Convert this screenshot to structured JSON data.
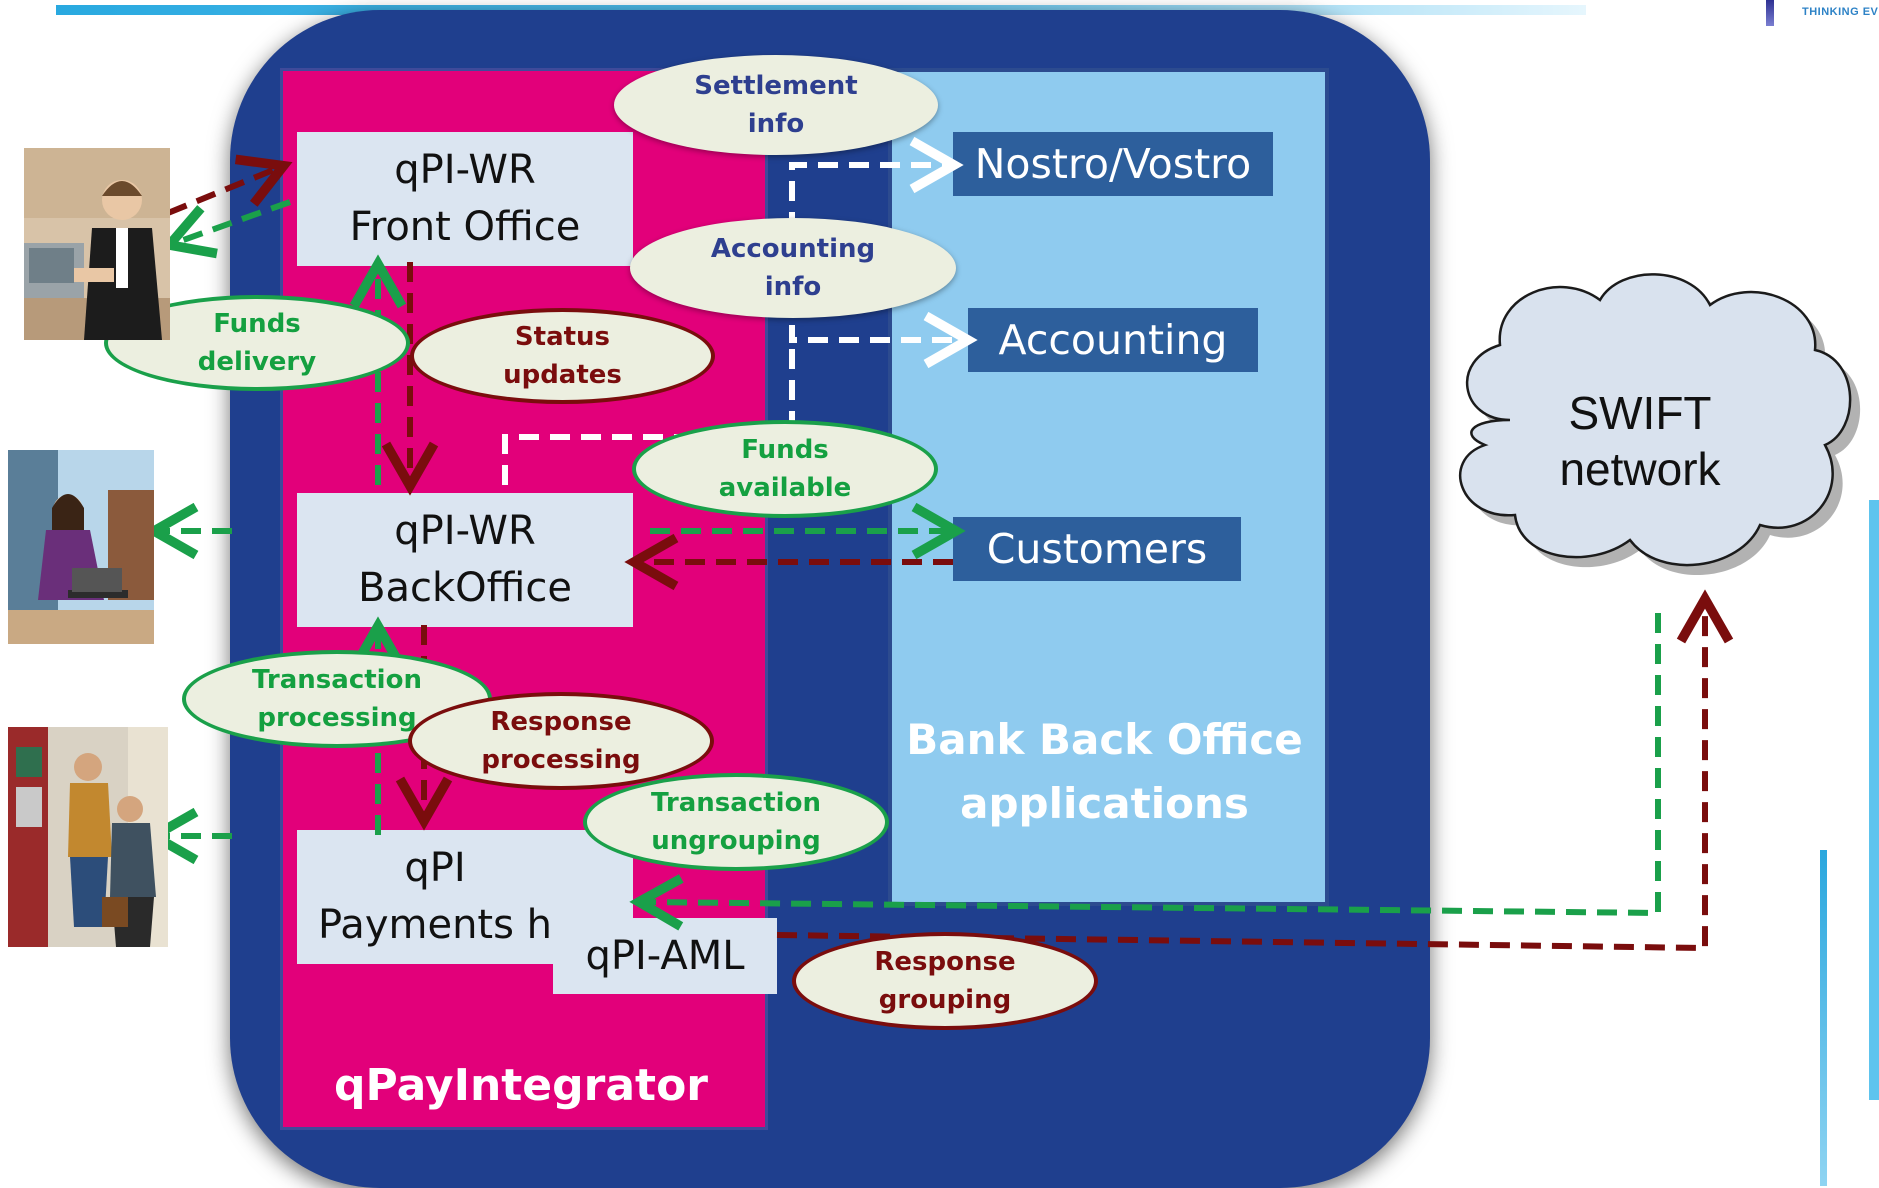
{
  "header": {
    "tagline": "THINKING EV"
  },
  "qpayintegrator": {
    "title": "qPayIntegrator",
    "modules": {
      "front_office": [
        "qPI-WR",
        "Front Office"
      ],
      "back_office": [
        "qPI-WR",
        "BackOffice"
      ],
      "payments_hub": [
        "qPI",
        "Payments h"
      ],
      "aml": "qPI-AML"
    }
  },
  "bank_back_office": {
    "title": [
      "Bank Back Office",
      "applications"
    ],
    "apps": [
      "Nostro/Vostro",
      "Accounting",
      "Customers"
    ]
  },
  "swift": {
    "label": [
      "SWIFT",
      "network"
    ]
  },
  "flows": {
    "settlement_info": [
      "Settlement",
      "info"
    ],
    "accounting_info": [
      "Accounting",
      "info"
    ],
    "funds_delivery": [
      "Funds",
      "delivery"
    ],
    "status_updates": [
      "Status",
      "updates"
    ],
    "funds_available": [
      "Funds",
      "available"
    ],
    "transaction_processing": [
      "Transaction",
      "processing"
    ],
    "response_processing": [
      "Response",
      "processing"
    ],
    "transaction_ungrouping": [
      "Transaction",
      "ungrouping"
    ],
    "response_grouping": [
      "Response",
      "grouping"
    ]
  },
  "colors": {
    "outer": "#1f3f8e",
    "qpi_panel": "#e2007a",
    "bank_panel": "#8fcbef",
    "module": "#dbe5f1",
    "app_box": "#2d5f9c",
    "green_flow": "#1aa04a",
    "red_flow": "#7a0d0d",
    "white_flow": "#ffffff",
    "cloud": "#d9e2ee"
  },
  "icons": [
    "office-worker-image",
    "laptop-user-image",
    "atm-users-image",
    "swift-cloud-icon"
  ]
}
